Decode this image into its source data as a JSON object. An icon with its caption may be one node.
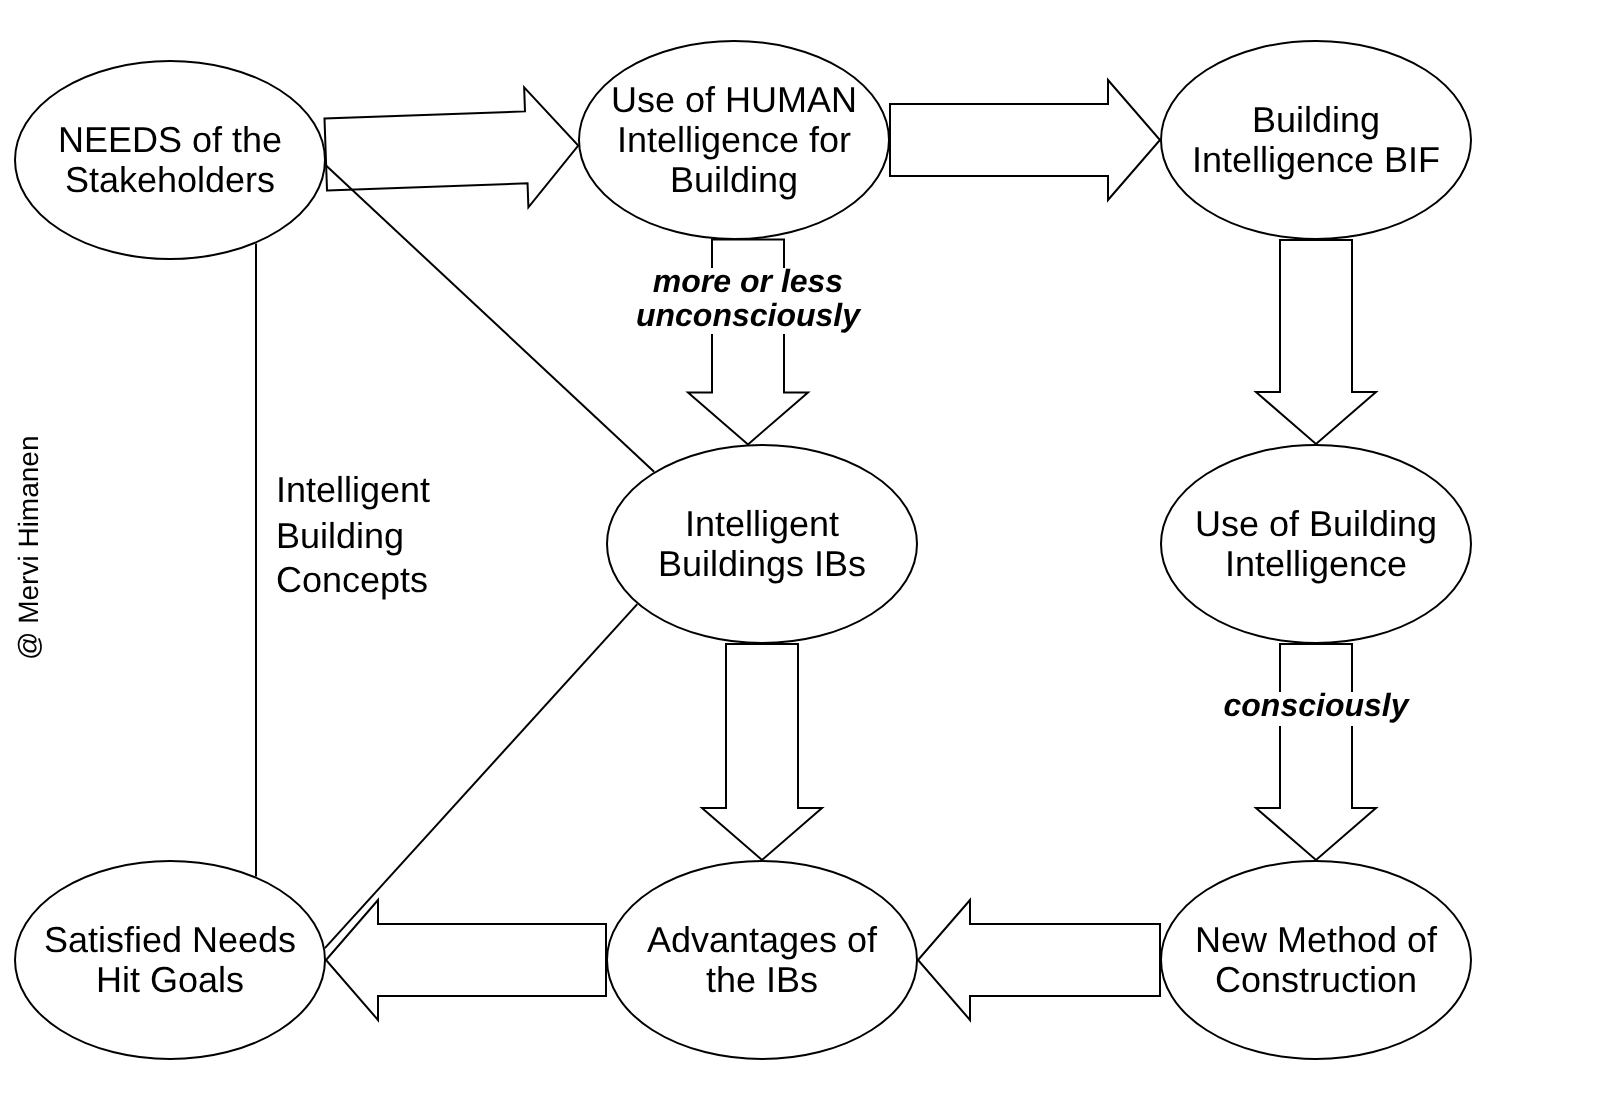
{
  "diagram": {
    "nodes": [
      {
        "text": [
          "NEEDS of the Stakeholders"
        ]
      },
      {
        "text": [
          "Use of HUMAN Intelligence for Building"
        ]
      },
      {
        "text": [
          "Building Intelligence BIF"
        ]
      },
      {
        "text": [
          "Intelligent Buildings IBs"
        ]
      },
      {
        "text": [
          "Use of Building Intelligence"
        ]
      },
      {
        "text": [
          "Satisfied Needs Hit Goals"
        ]
      },
      {
        "text": [
          "Advantages of the IBs"
        ]
      },
      {
        "text": [
          "New Method of Construction"
        ]
      }
    ],
    "edges": [
      {
        "from": 0,
        "to": 1,
        "arrow": "to"
      },
      {
        "from": 1,
        "to": 2,
        "arrow": "to"
      },
      {
        "from": 1,
        "to": 3,
        "arrow": "to",
        "label": "more or less unconsciously"
      },
      {
        "from": 2,
        "to": 4,
        "arrow": "to"
      },
      {
        "from": 3,
        "to": 6,
        "arrow": "to"
      },
      {
        "from": 4,
        "to": 7,
        "arrow": "to",
        "label": "consciously"
      },
      {
        "from": 7,
        "to": 6,
        "arrow": "to"
      },
      {
        "from": 6,
        "to": 5,
        "arrow": "to"
      },
      {
        "from": 0,
        "to": 3,
        "arrow": "none"
      },
      {
        "from": 3,
        "to": 5,
        "arrow": "none"
      },
      {
        "from": 0,
        "to": 5,
        "arrow": "none"
      }
    ],
    "labels": [
      "@ Mervi Himanen",
      "Intelligent Building Concepts"
    ]
  }
}
